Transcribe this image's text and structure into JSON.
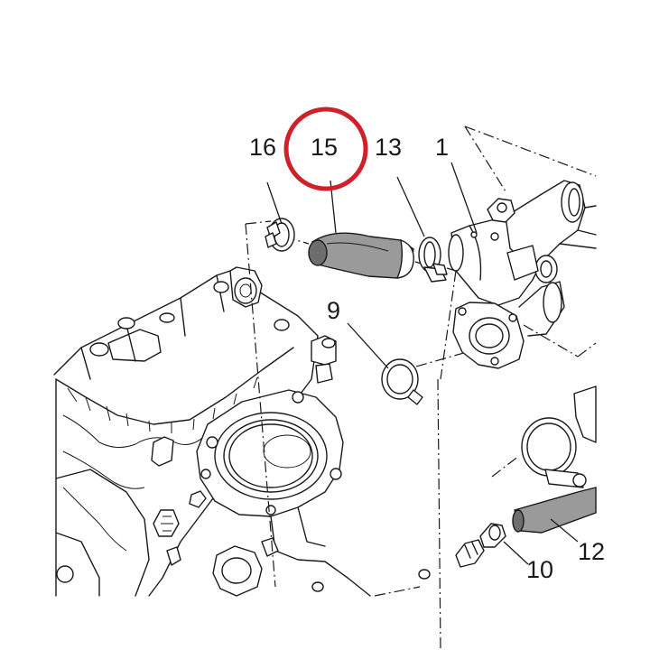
{
  "callouts": {
    "c16": "16",
    "c15": "15",
    "c13": "13",
    "c1": "1",
    "c9": "9",
    "c10": "10",
    "c12": "12"
  },
  "highlight": {
    "target": "15",
    "color": "#d0202a"
  }
}
